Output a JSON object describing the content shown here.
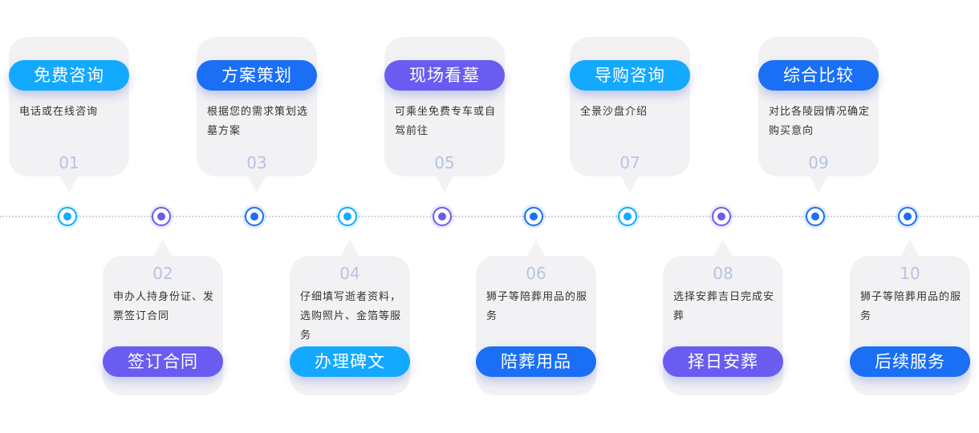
{
  "colors": {
    "cyan": "#13a9ff",
    "blue": "#1a6ff5",
    "purple": "#6a5cf0",
    "card_bg": "#f2f2f4",
    "number": "#b7c3e4"
  },
  "steps": [
    {
      "num": "01",
      "title": "免费咨询",
      "desc": "电话或在线咨询",
      "color": "#13a9ff"
    },
    {
      "num": "02",
      "title": "签订合同",
      "desc": "申办人持身份证、发票签订合同",
      "color": "#6a5cf0"
    },
    {
      "num": "03",
      "title": "方案策划",
      "desc": "根据您的需求策划选墓方案",
      "color": "#1a6ff5"
    },
    {
      "num": "04",
      "title": "办理碑文",
      "desc": "仔细填写逝者资料，选购照片、金箔等服务",
      "color": "#13a9ff"
    },
    {
      "num": "05",
      "title": "现场看墓",
      "desc": "可乘坐免费专车或自驾前往",
      "color": "#6a5cf0"
    },
    {
      "num": "06",
      "title": "陪葬用品",
      "desc": "狮子等陪葬用品的服务",
      "color": "#1a6ff5"
    },
    {
      "num": "07",
      "title": "导购咨询",
      "desc": "全景沙盘介绍",
      "color": "#13a9ff"
    },
    {
      "num": "08",
      "title": "择日安葬",
      "desc": "选择安葬吉日完成安葬",
      "color": "#6a5cf0"
    },
    {
      "num": "09",
      "title": "综合比较",
      "desc": "对比各陵园情况确定购买意向",
      "color": "#1a6ff5"
    },
    {
      "num": "10",
      "title": "后续服务",
      "desc": "狮子等陪葬用品的服务",
      "color": "#1a6ff5"
    }
  ]
}
